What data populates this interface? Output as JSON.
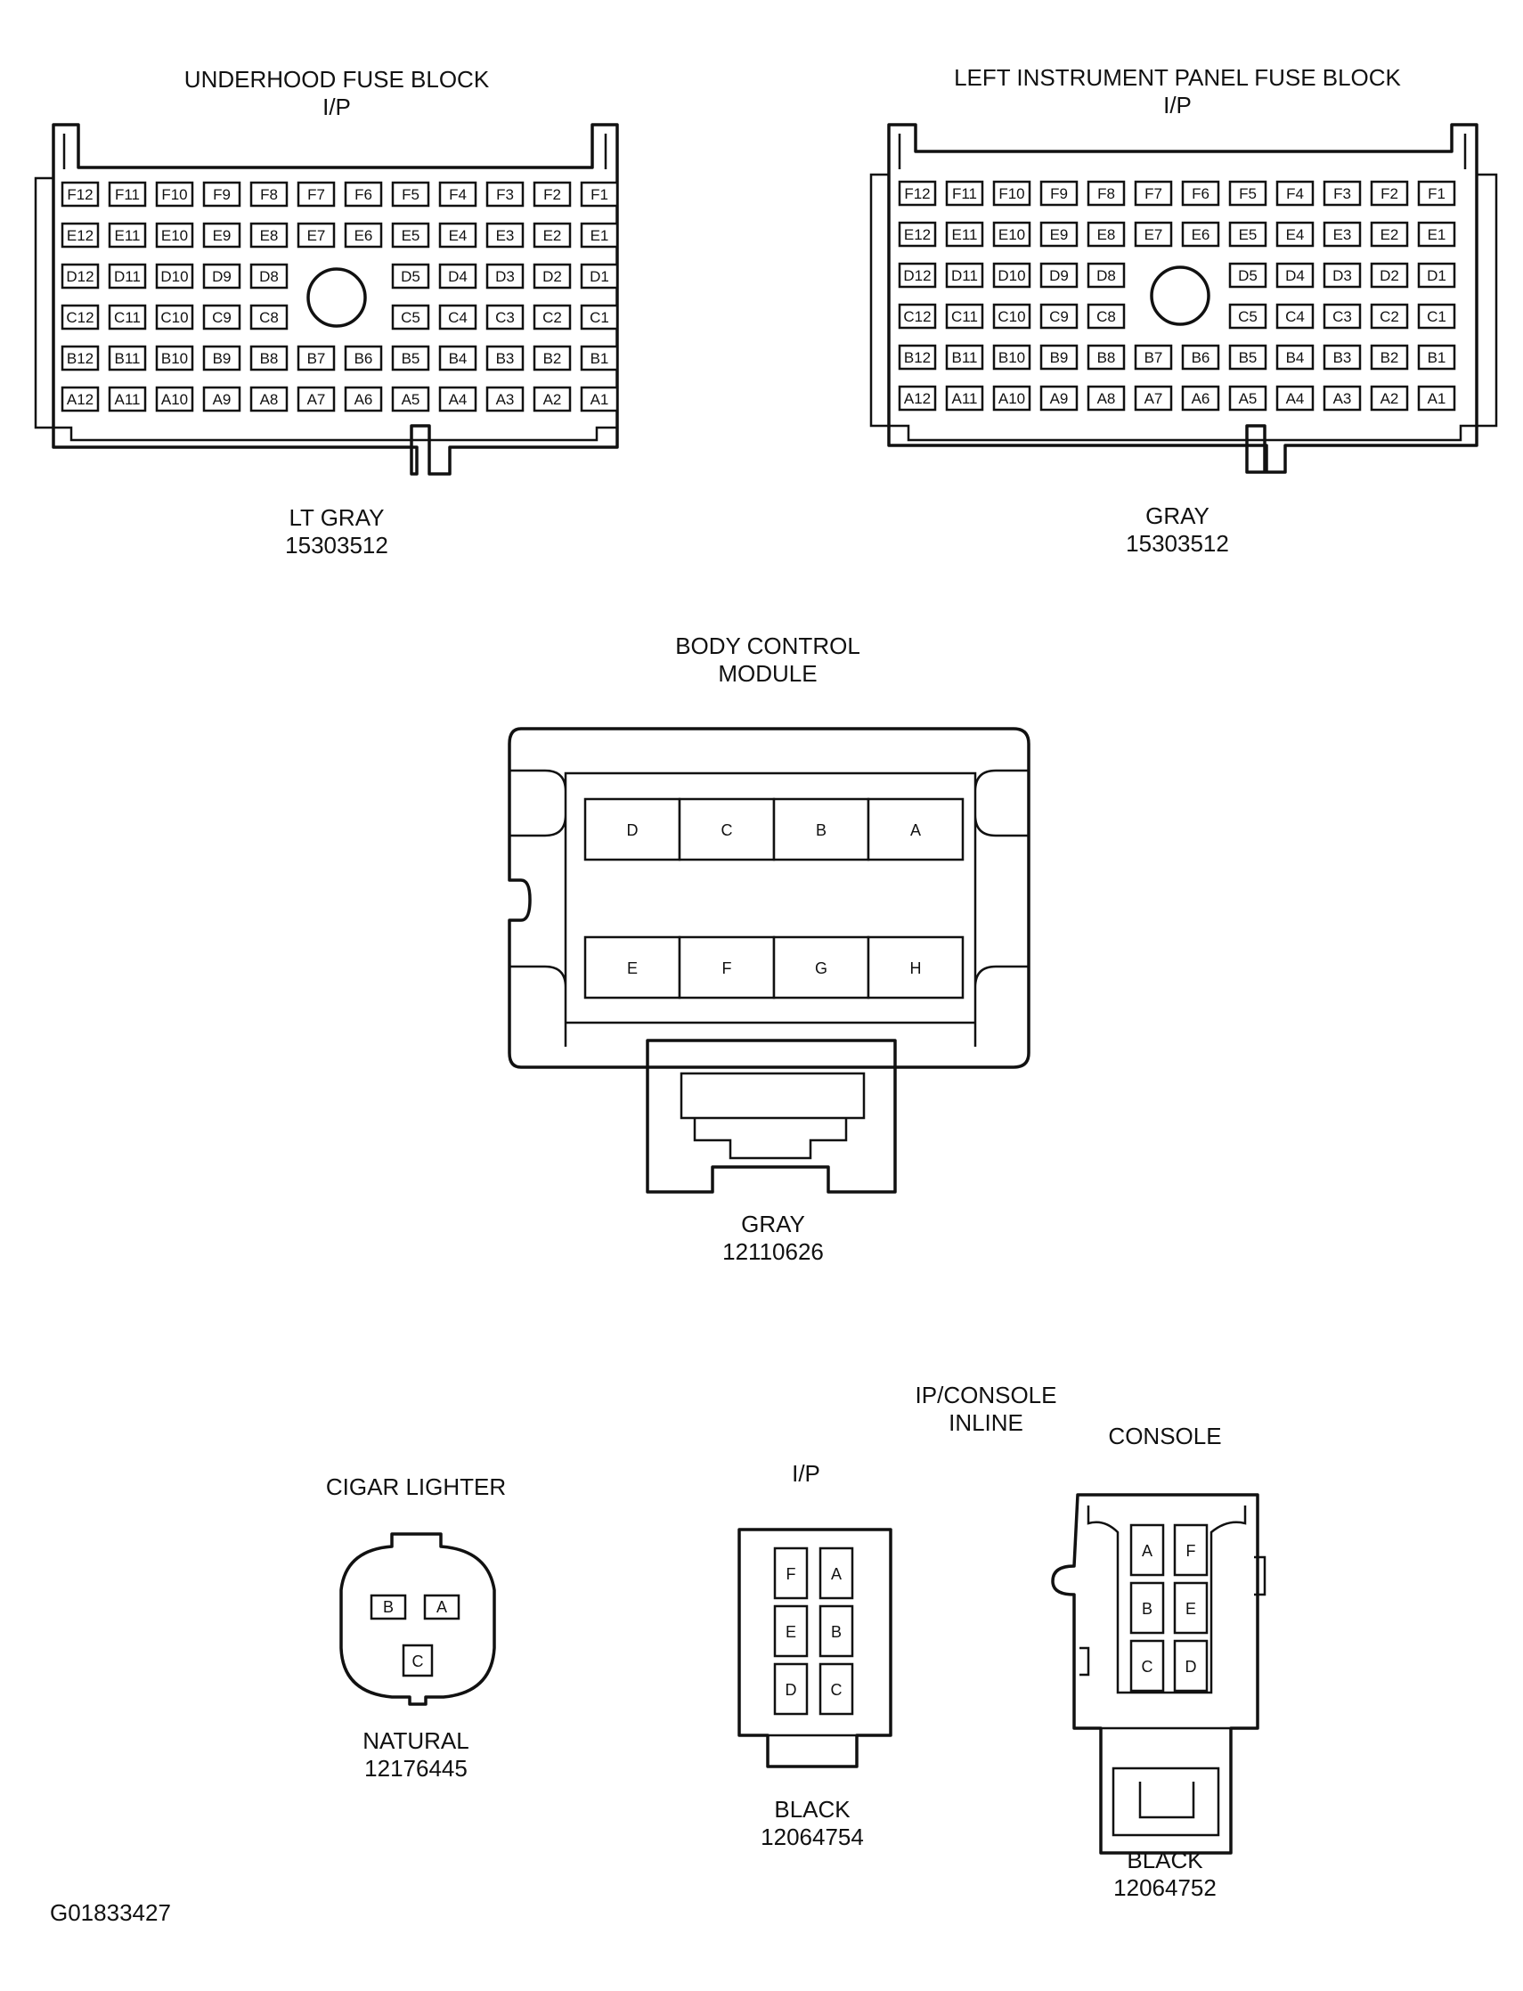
{
  "figure_id": "G01833427",
  "underhood": {
    "title_line1": "UNDERHOOD FUSE BLOCK",
    "title_line2": "I/P",
    "color": "LT GRAY",
    "part": "15303512",
    "rows": [
      [
        "F12",
        "F11",
        "F10",
        "F9",
        "F8",
        "F7",
        "F6",
        "F5",
        "F4",
        "F3",
        "F2",
        "F1"
      ],
      [
        "E12",
        "E11",
        "E10",
        "E9",
        "E8",
        "E7",
        "E6",
        "E5",
        "E4",
        "E3",
        "E2",
        "E1"
      ],
      [
        "D12",
        "D11",
        "D10",
        "D9",
        "D8",
        "",
        "",
        "D5",
        "D4",
        "D3",
        "D2",
        "D1"
      ],
      [
        "C12",
        "C11",
        "C10",
        "C9",
        "C8",
        "",
        "",
        "C5",
        "C4",
        "C3",
        "C2",
        "C1"
      ],
      [
        "B12",
        "B11",
        "B10",
        "B9",
        "B8",
        "B7",
        "B6",
        "B5",
        "B4",
        "B3",
        "B2",
        "B1"
      ],
      [
        "A12",
        "A11",
        "A10",
        "A9",
        "A8",
        "A7",
        "A6",
        "A5",
        "A4",
        "A3",
        "A2",
        "A1"
      ]
    ]
  },
  "left_ip": {
    "title_line1": "LEFT INSTRUMENT PANEL FUSE BLOCK",
    "title_line2": "I/P",
    "color": "GRAY",
    "part": "15303512",
    "rows": [
      [
        "F12",
        "F11",
        "F10",
        "F9",
        "F8",
        "F7",
        "F6",
        "F5",
        "F4",
        "F3",
        "F2",
        "F1"
      ],
      [
        "E12",
        "E11",
        "E10",
        "E9",
        "E8",
        "E7",
        "E6",
        "E5",
        "E4",
        "E3",
        "E2",
        "E1"
      ],
      [
        "D12",
        "D11",
        "D10",
        "D9",
        "D8",
        "",
        "",
        "D5",
        "D4",
        "D3",
        "D2",
        "D1"
      ],
      [
        "C12",
        "C11",
        "C10",
        "C9",
        "C8",
        "",
        "",
        "C5",
        "C4",
        "C3",
        "C2",
        "C1"
      ],
      [
        "B12",
        "B11",
        "B10",
        "B9",
        "B8",
        "B7",
        "B6",
        "B5",
        "B4",
        "B3",
        "B2",
        "B1"
      ],
      [
        "A12",
        "A11",
        "A10",
        "A9",
        "A8",
        "A7",
        "A6",
        "A5",
        "A4",
        "A3",
        "A2",
        "A1"
      ]
    ]
  },
  "bcm": {
    "title_line1": "BODY CONTROL",
    "title_line2": "MODULE",
    "color": "GRAY",
    "part": "12110626",
    "top_row": [
      "D",
      "C",
      "B",
      "A"
    ],
    "bottom_row": [
      "E",
      "F",
      "G",
      "H"
    ]
  },
  "cigar": {
    "title": "CIGAR LIGHTER",
    "color": "NATURAL",
    "part": "12176445",
    "cavities": [
      "B",
      "A",
      "C"
    ]
  },
  "inline": {
    "title_line1": "IP/CONSOLE",
    "title_line2": "INLINE",
    "ip": {
      "title": "I/P",
      "color": "BLACK",
      "part": "12064754",
      "cavities": [
        [
          "F",
          "A"
        ],
        [
          "E",
          "B"
        ],
        [
          "D",
          "C"
        ]
      ]
    },
    "console": {
      "title": "CONSOLE",
      "color": "BLACK",
      "part": "12064752",
      "cavities": [
        [
          "A",
          "F"
        ],
        [
          "B",
          "E"
        ],
        [
          "C",
          "D"
        ]
      ]
    }
  }
}
